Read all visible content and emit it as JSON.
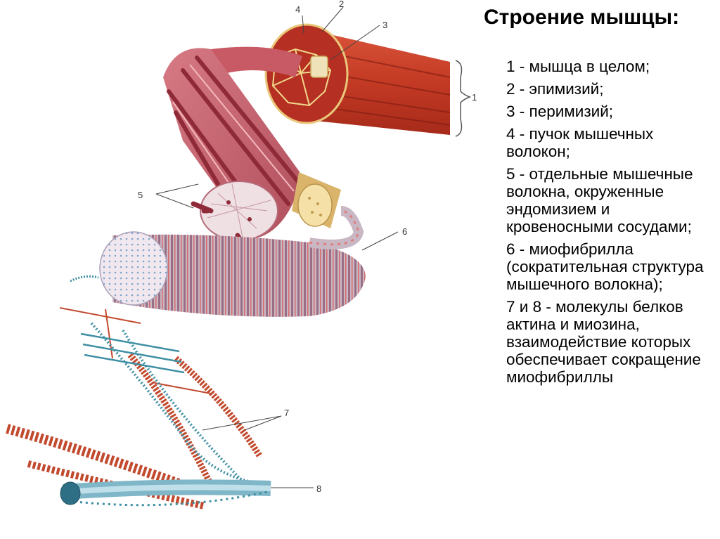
{
  "title": "Строение мышцы:",
  "legend": [
    "1 - мышца в целом;",
    "2 - эпимизий;",
    "3 - перимизий;",
    "4 - пучок мышечных волокон;",
    "5 - отдельные мышечные волокна, окруженные эндомизием и кровеносными сосудами;",
    "6 - миофибрилла (сократительная структура мышечного волокна);",
    "7 и 8 - молекулы белков актина и миозина, взаимодействие которых обеспечивает сокращение миофибриллы"
  ],
  "figure_labels": {
    "l1": "1",
    "l2": "2",
    "l3": "3",
    "l4": "4",
    "l5": "5",
    "l6": "6",
    "l7": "7",
    "l8": "8"
  },
  "colors": {
    "muscle": "#c8402a",
    "fascicle": "#c9636b",
    "myofibril_band": "#b98a9a",
    "actin": "#c24a2e",
    "myosin": "#3e8fa3"
  }
}
